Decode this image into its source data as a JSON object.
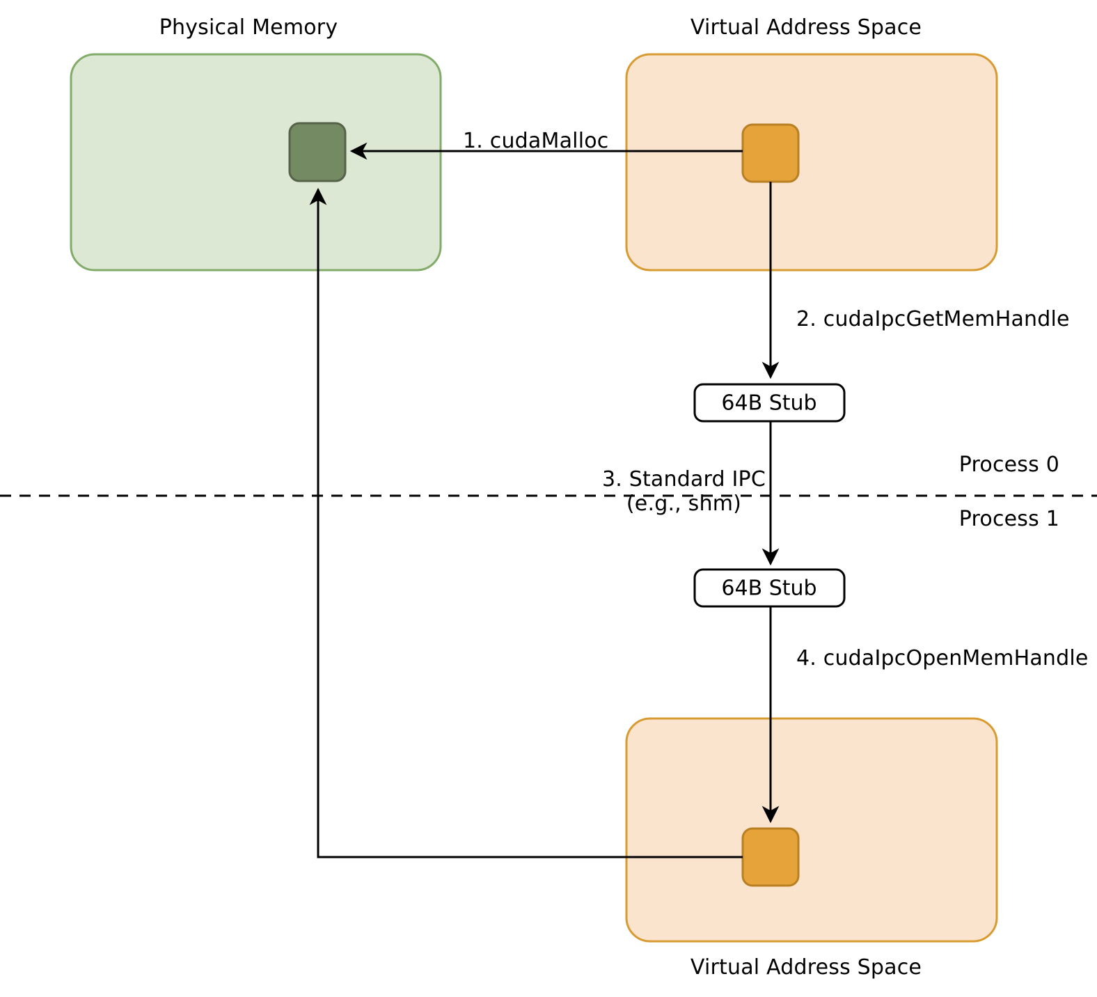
{
  "diagram": {
    "title_top_left": "Physical Memory",
    "title_top_right": "Virtual Address Space",
    "title_bottom_right": "Virtual Address Space",
    "containers": {
      "physical_memory": {
        "label": "Physical Memory",
        "fill": "#dce8d3",
        "stroke": "#82ab6a"
      },
      "virtual_address_space_p0": {
        "label": "Virtual Address Space",
        "fill": "#fae4cd",
        "stroke": "#d79b32"
      },
      "virtual_address_space_p1": {
        "label": "Virtual Address Space",
        "fill": "#fae4cd",
        "stroke": "#d79b32"
      }
    },
    "blocks": {
      "physical_allocation": {
        "name": "physical-memory-block",
        "fill": "#738a63",
        "stroke": "#566349"
      },
      "virtual_pointer_p0": {
        "name": "virtual-pointer-block-process0",
        "fill": "#e5a33a",
        "stroke": "#b97f23"
      },
      "virtual_pointer_p1": {
        "name": "virtual-pointer-block-process1",
        "fill": "#e5a33a",
        "stroke": "#b97f23"
      }
    },
    "stubs": [
      {
        "label": "64B Stub",
        "process": "Process 0"
      },
      {
        "label": "64B Stub",
        "process": "Process 1"
      }
    ],
    "steps": [
      {
        "id": 1,
        "label": "1. cudaMalloc"
      },
      {
        "id": 2,
        "label": "2. cudaIpcGetMemHandle"
      },
      {
        "id": 3,
        "label_line1": "3. Standard IPC",
        "label_line2": "(e.g., shm)"
      },
      {
        "id": 4,
        "label": "4. cudaIpcOpenMemHandle"
      }
    ],
    "process_divider": {
      "style": "dashed",
      "above_label": "Process 0",
      "below_label": "Process 1",
      "color": "#000000"
    },
    "line_color": "#000000"
  }
}
